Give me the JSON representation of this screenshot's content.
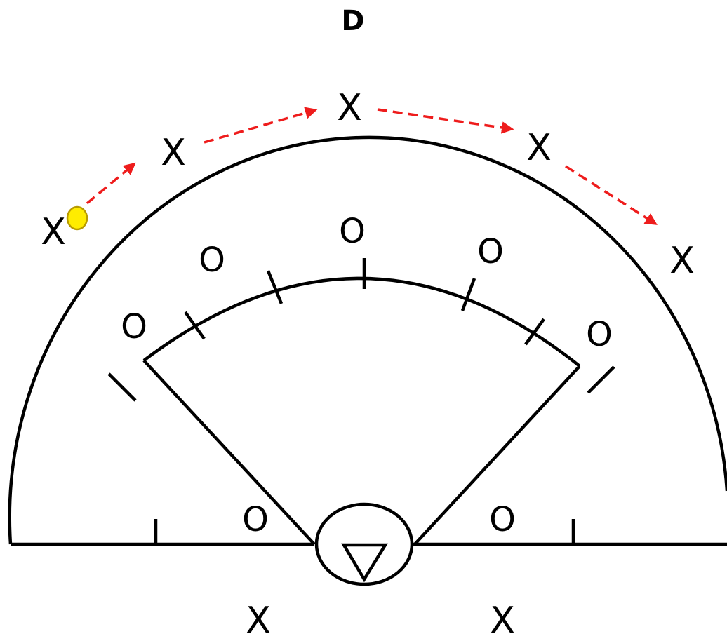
{
  "title": "D",
  "offense_symbol": "X",
  "defense_symbol": "O",
  "colors": {
    "lines": "#000000",
    "pass_arrows": "#ee1c1c",
    "ball_fill": "#ffec00",
    "ball_stroke": "#b89b00",
    "background": "#ffffff"
  },
  "icons": {
    "ball": "ball-icon",
    "goal_area_marker": "triangle-icon",
    "pass": "dashed-arrow-icon"
  }
}
